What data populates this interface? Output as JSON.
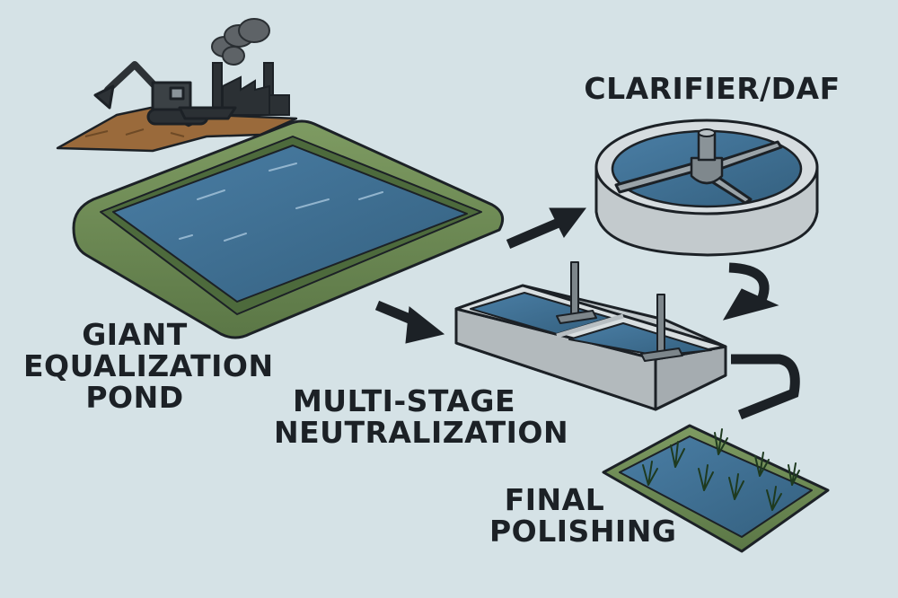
{
  "labels": {
    "clarifier": "CLARIFIER/DAF",
    "equalization": [
      "GIANT",
      "EQUALIZATION",
      "POND"
    ],
    "neutralization": [
      "MULTI-STAGE",
      "NEUTRALIZATION"
    ],
    "final": [
      "FINAL",
      "POLISHING"
    ]
  },
  "colors": {
    "background": "#d5e2e6",
    "pond_liner": "#6e8a55",
    "water": "#3f6f95",
    "concrete": "#c8ced1",
    "soil": "#9a6a3b",
    "outline": "#1c2126"
  }
}
